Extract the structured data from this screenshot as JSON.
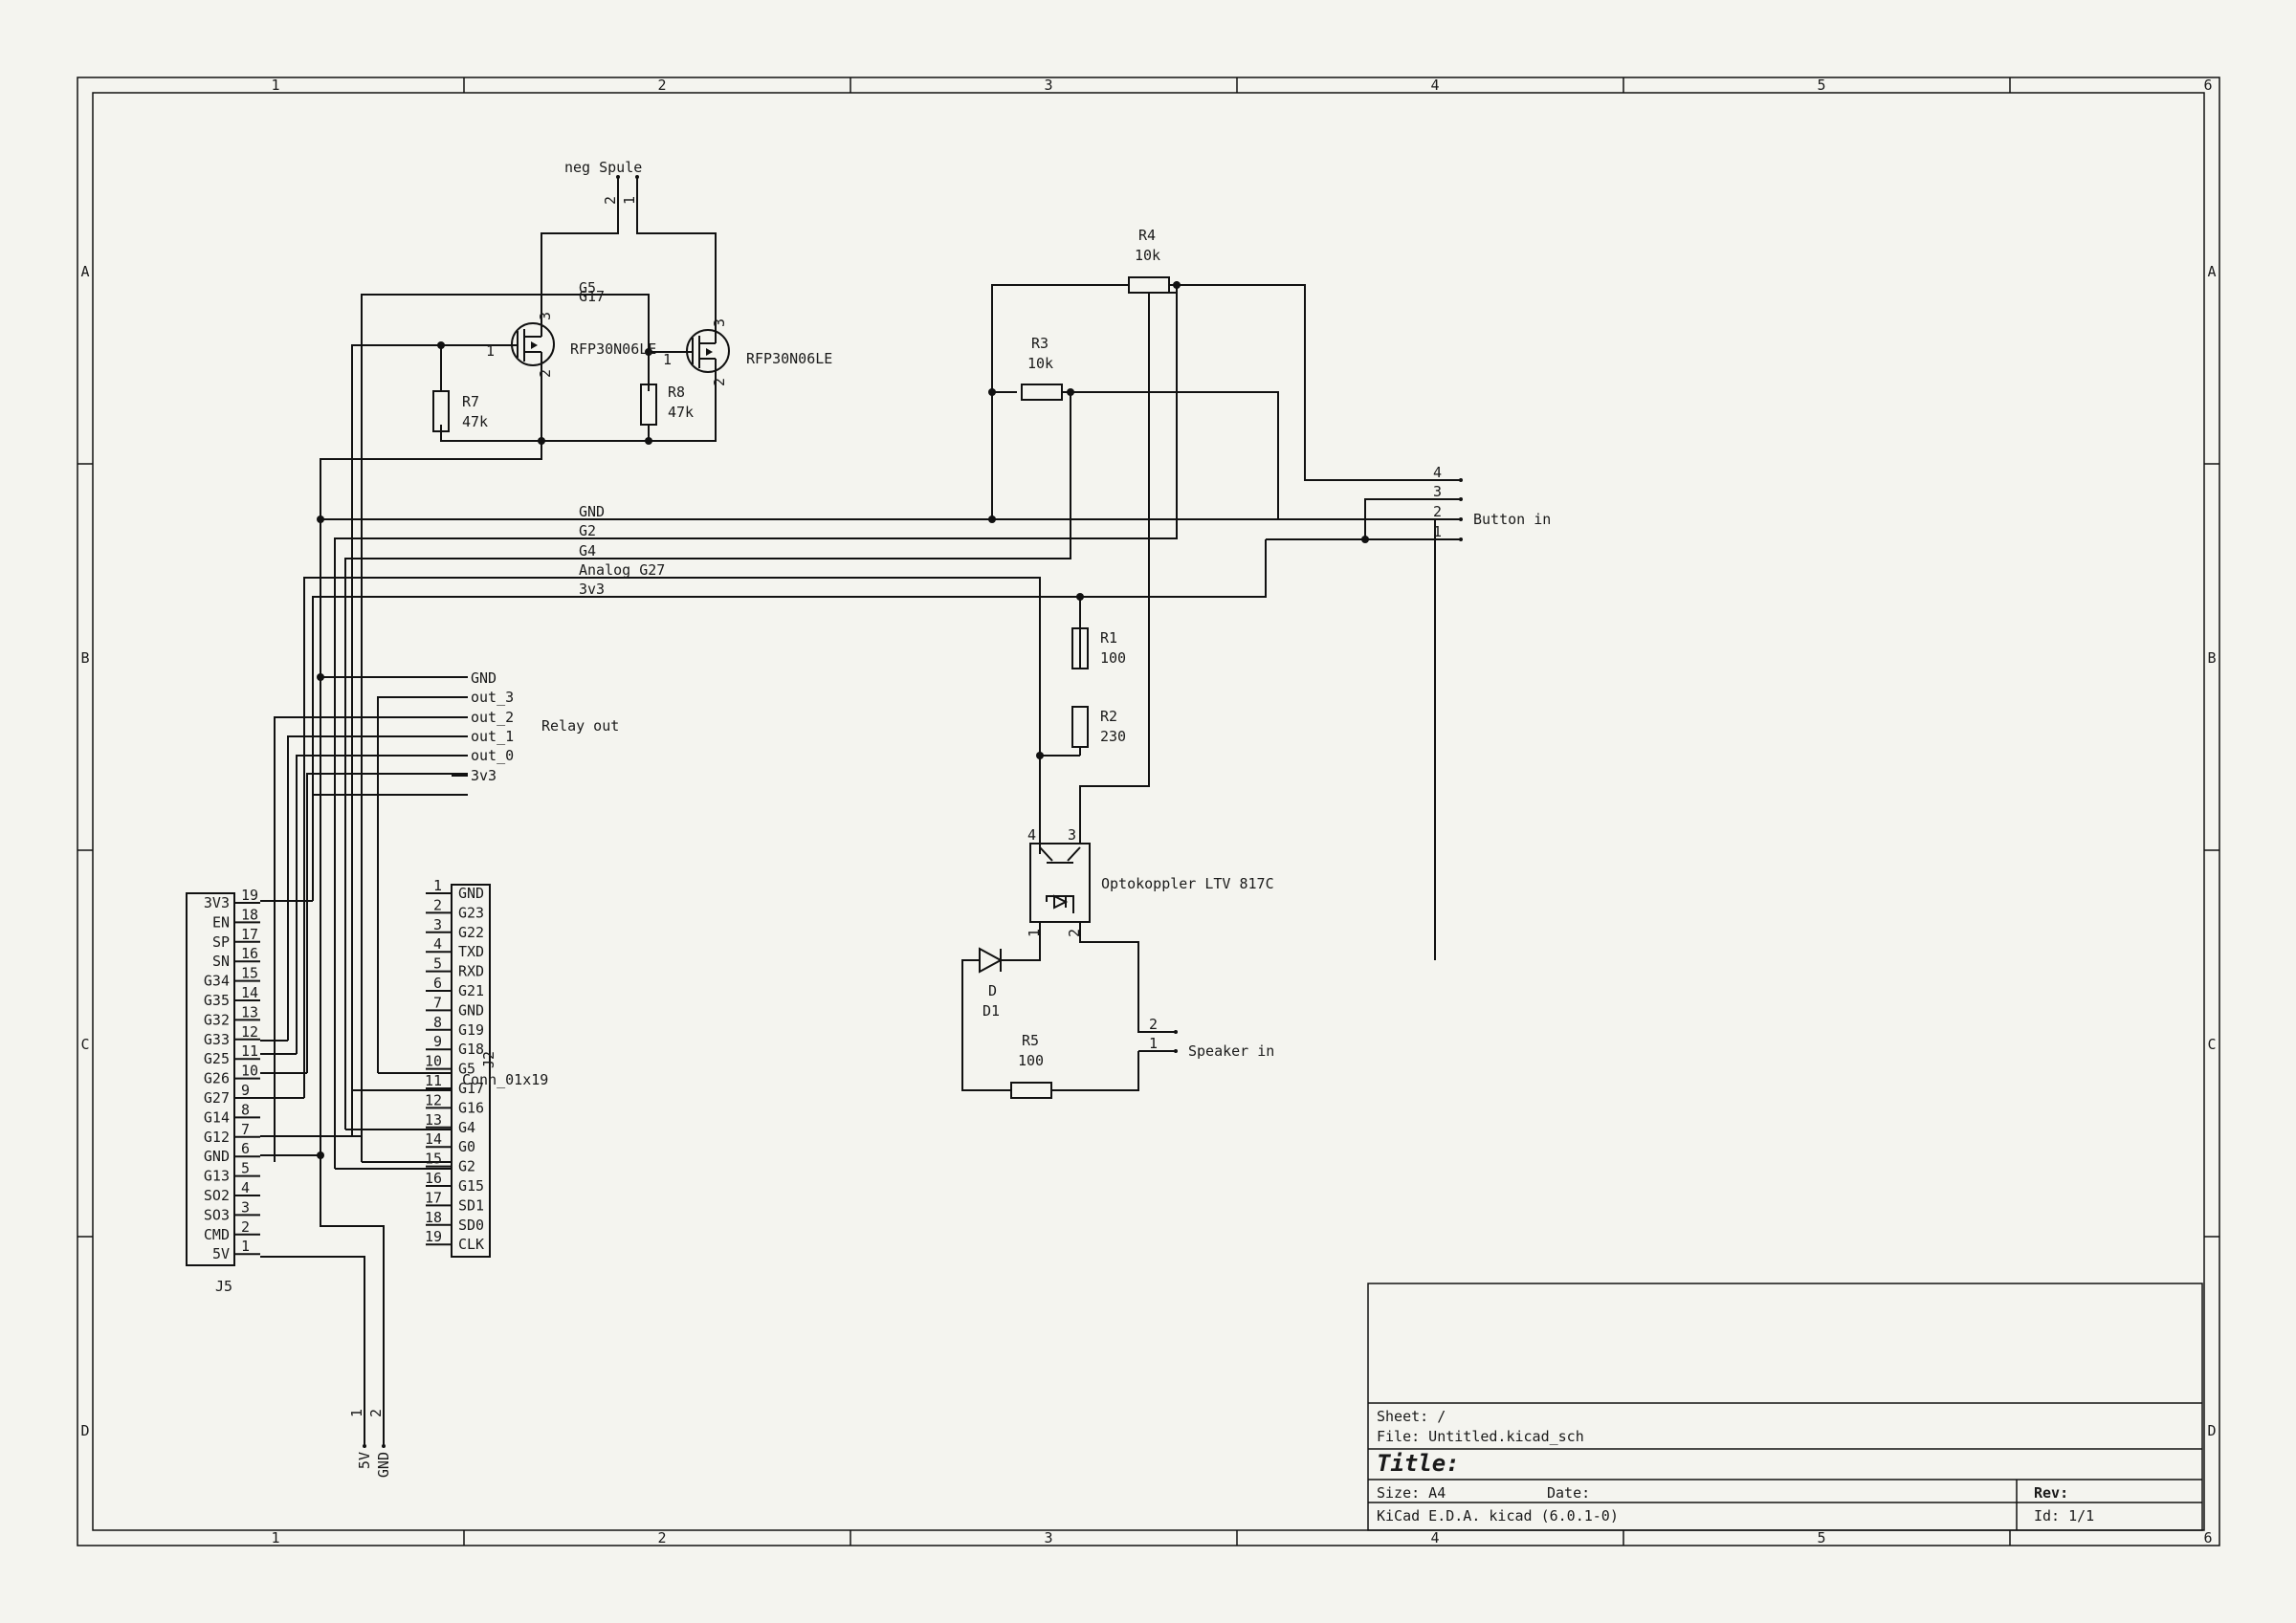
{
  "frame": {
    "col_labels": [
      "1",
      "2",
      "3",
      "4",
      "5",
      "6"
    ],
    "row_labels": [
      "A",
      "B",
      "C",
      "D"
    ]
  },
  "title_block": {
    "sheet": "Sheet: /",
    "file": "File: Untitled.kicad_sch",
    "title": "Title:",
    "size": "Size: A4",
    "date": "Date:",
    "rev": "Rev:",
    "tool": "KiCad E.D.A.  kicad (6.0.1-0)",
    "id": "Id: 1/1"
  },
  "components": {
    "neg_spule": {
      "value": "neg Spule",
      "pin2": "2",
      "pin1": "1"
    },
    "q1": {
      "value": "RFP30N06LE",
      "pin1": "1",
      "pin2": "2",
      "pin3": "3"
    },
    "q2": {
      "value": "RFP30N06LE",
      "pin1": "1",
      "pin2": "2",
      "pin3": "3"
    },
    "r7": {
      "ref": "R7",
      "value": "47k"
    },
    "r8": {
      "ref": "R8",
      "value": "47k"
    },
    "r4": {
      "ref": "R4",
      "value": "10k"
    },
    "r3": {
      "ref": "R3",
      "value": "10k"
    },
    "r1": {
      "ref": "R1",
      "value": "100"
    },
    "r2": {
      "ref": "R2",
      "value": "230"
    },
    "r5": {
      "ref": "R5",
      "value": "100"
    },
    "d1": {
      "ref": "D1",
      "value": "D"
    },
    "u1": {
      "value": "Optokoppler LTV 817C",
      "pin4": "4",
      "pin3": "3",
      "pin1": "1",
      "pin2": "2"
    },
    "button_in": {
      "label": "Button in",
      "pins": [
        "4",
        "3",
        "2",
        "1"
      ]
    },
    "speaker_in": {
      "label": "Speaker in",
      "pins": [
        "2",
        "1"
      ]
    },
    "relay_out": {
      "label": "Relay out",
      "pins": [
        "GND",
        "out_3",
        "out_2",
        "out_1",
        "out_0",
        "3v3"
      ]
    },
    "power_conn": {
      "pins": [
        "1",
        "2"
      ],
      "names": [
        "5V",
        "GND"
      ]
    },
    "j5": {
      "ref": "J5",
      "pin_numbers": [
        "19",
        "18",
        "17",
        "16",
        "15",
        "14",
        "13",
        "12",
        "11",
        "10",
        "9",
        "8",
        "7",
        "6",
        "5",
        "4",
        "3",
        "2",
        "1"
      ],
      "pin_names": [
        "3V3",
        "EN",
        "SP",
        "SN",
        "G34",
        "G35",
        "G32",
        "G33",
        "G25",
        "G26",
        "G27",
        "G14",
        "G12",
        "GND",
        "G13",
        "SO2",
        "SO3",
        "CMD",
        "5V"
      ]
    },
    "j2": {
      "ref": "J2",
      "value": "Conn_01x19",
      "pin_numbers": [
        "1",
        "2",
        "3",
        "4",
        "5",
        "6",
        "7",
        "8",
        "9",
        "10",
        "11",
        "12",
        "13",
        "14",
        "15",
        "16",
        "17",
        "18",
        "19"
      ],
      "pin_names": [
        "GND",
        "G23",
        "G22",
        "TXD",
        "RXD",
        "G21",
        "GND",
        "G19",
        "G18",
        "G5",
        "G17",
        "G16",
        "G4",
        "G0",
        "G2",
        "G15",
        "SD1",
        "SD0",
        "CLK"
      ]
    }
  },
  "net_labels": {
    "g5": "G5",
    "g17": "G17",
    "gnd": "GND",
    "g2": "G2",
    "g4": "G4",
    "analog": "Analog G27",
    "v33": "3v3"
  }
}
